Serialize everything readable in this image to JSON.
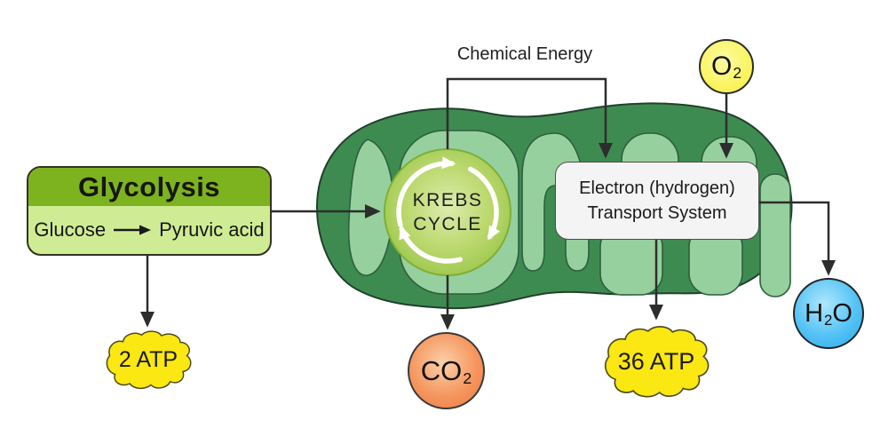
{
  "chemical_energy_label": "Chemical Energy",
  "glycolysis": {
    "title": "Glycolysis",
    "substrate": "Glucose",
    "product": "Pyruvic acid",
    "output": "2 ATP"
  },
  "krebs": {
    "line1": "KREBS",
    "line2": "CYCLE"
  },
  "ets": {
    "line1": "Electron (hydrogen)",
    "line2": "Transport System",
    "output": "36 ATP"
  },
  "inputs": {
    "o2": {
      "pre": "O",
      "sub": "2"
    }
  },
  "outputs": {
    "co2": {
      "pre": "CO",
      "sub": "2"
    },
    "h2o": {
      "pre": "H",
      "sub": "2",
      "post": "O"
    }
  },
  "colors": {
    "mitochondrion_body": "#3e8b51",
    "mitochondrion_outline": "#21402b",
    "cristae": "#97d09f",
    "krebs_edge": "#8cbd3c",
    "krebs_center": "#dcedaf",
    "glycolysis_header": "#7db31e",
    "glycolysis_body": "#cfec94",
    "atp_yellow": "#fbe712",
    "o2_yellow": "#f9f45c",
    "co2_orange": "#ed7742",
    "h2o_blue": "#28a9ee",
    "ets_box": "#f4f4f4",
    "arrow": "#2d2d2d"
  }
}
